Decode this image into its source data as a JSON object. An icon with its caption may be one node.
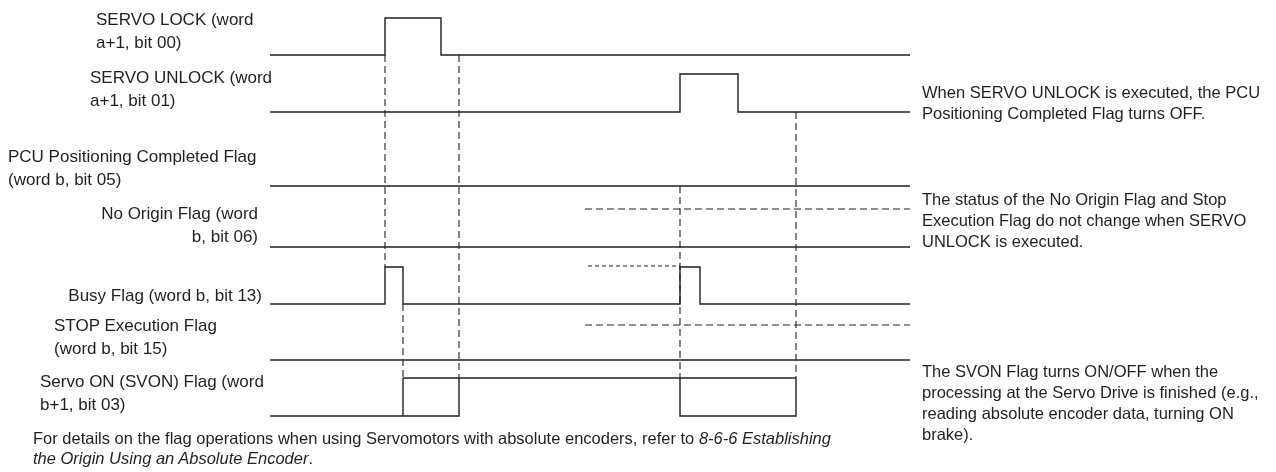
{
  "diagram": {
    "caption": "For details on the flag operations when using Servomotors with absolute encoders, refer to *8-6-6 Establishing the Origin Using an Absolute Encoder*.",
    "labels": [
      "SERVO LOCK (word a+1, bit 00)",
      "SERVO UNLOCK (word a+1, bit 01)",
      "When SERVO UNLOCK is executed, the PCU Positioning Completed Flag turns OFF.",
      "PCU Positioning Completed Flag (word b, bit 05)",
      "No Origin Flag (word b, bit 06)",
      "The status of the No Origin Flag and Stop Execution Flag do not change when SERVO UNLOCK is executed.",
      "Busy Flag (word b, bit 13)",
      "STOP Execution Flag (word b, bit 15)",
      "Servo ON (SVON) Flag (word b+1, bit 03)",
      "The SVON Flag turns ON/OFF when the processing at the Servo Drive is finished (e.g., reading absolute encoder data, turning ON brake)."
    ]
  }
}
